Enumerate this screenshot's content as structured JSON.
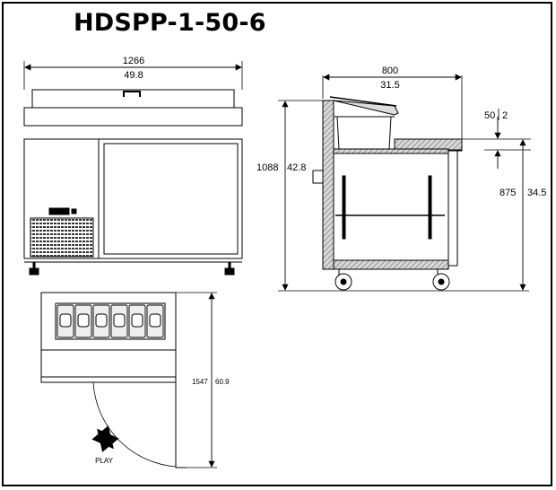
{
  "title": "HDSPP-1-50-6",
  "front_view": {
    "width_mm": "1266",
    "width_in": "49.8"
  },
  "side_view": {
    "depth_mm": "800",
    "depth_in": "31.5",
    "height_mm": "1088",
    "height_in": "42.8",
    "work_height_mm": "875",
    "work_height_in": "34.5",
    "shelf_mm": "50",
    "shelf_in": "2"
  },
  "top_view": {
    "depth_door_open_mm": "1547",
    "depth_door_open_in": "60.9",
    "door_label": "PLAY"
  },
  "colors": {
    "line": "#000000",
    "insulation": "#cfcfcf",
    "cabinet": "#ffffff"
  }
}
